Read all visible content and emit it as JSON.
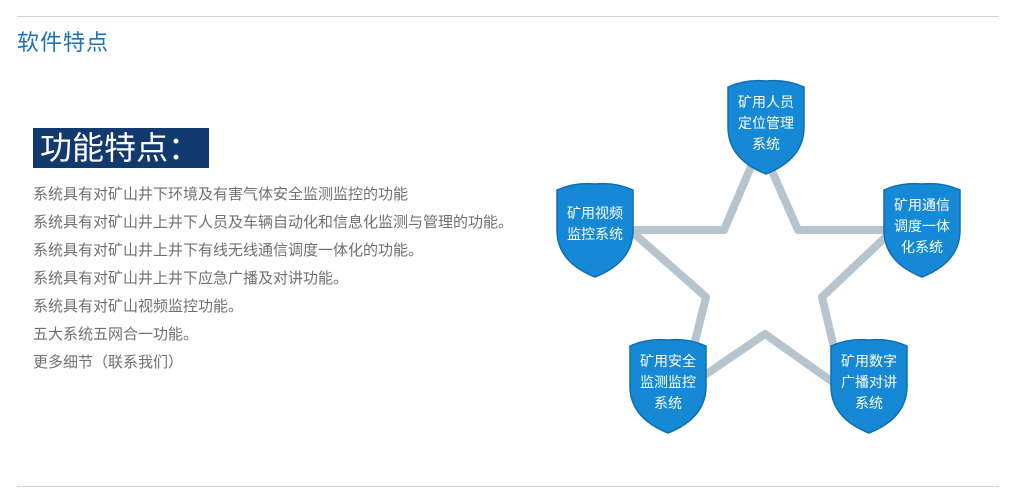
{
  "section": {
    "title": "软件特点"
  },
  "features": {
    "heading": "功能特点：",
    "items": [
      "系统具有对矿山井下环境及有害气体安全监测监控的功能",
      "系统具有对矿山井上井下人员及车辆自动化和信息化监测与管理的功能。",
      "系统具有对矿山井上井下有线无线通信调度一体化的功能。",
      "系统具有对矿山井上井下应急广播及对讲功能。",
      "系统具有对矿山视频监控功能。",
      "五大系统五网合一功能。",
      "更多细节（联系我们）"
    ]
  },
  "diagram": {
    "colors": {
      "shield": "#1689d6",
      "shield_edge": "#0f6fb4",
      "star": "#b6c4ce"
    },
    "nodes": {
      "top": "矿用人员\n定位管理\n系统",
      "left": "矿用视频\n监控系统",
      "right": "矿用通信\n调度一体\n化系统",
      "bottom_left": "矿用安全\n监测监控\n系统",
      "bottom_right": "矿用数字\n广播对讲\n系统"
    }
  }
}
